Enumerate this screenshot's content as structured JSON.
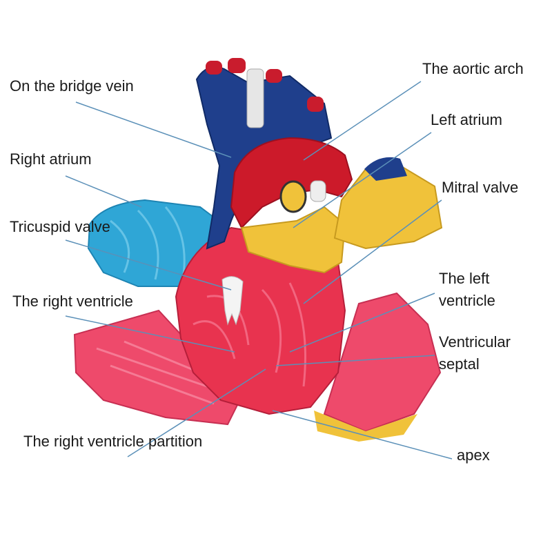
{
  "labels": {
    "bridge_vein": "On the bridge vein",
    "right_atrium": "Right atrium",
    "tricuspid_valve": "Tricuspid valve",
    "right_ventricle": "The right ventricle",
    "right_ventricle_partition": "The right ventricle partition",
    "aortic_arch": "The aortic arch",
    "left_atrium": "Left atrium",
    "mitral_valve": "Mitral valve",
    "left_ventricle_line1": "The left",
    "left_ventricle_line2": "ventricle",
    "ventricular_septal_line1": "Ventricular",
    "ventricular_septal_line2": "septal",
    "apex": "apex"
  },
  "colors": {
    "vein_blue": "#1f3f8c",
    "vein_dark": "#102a66",
    "aorta_red": "#cc1a2a",
    "atrium_light_blue": "#2fa6d6",
    "ventricle_pink": "#e8334f",
    "flap_pink": "#ee4a6b",
    "yellow": "#f0c23a",
    "leader_line": "#5b90b8",
    "text": "#1a1a1a"
  }
}
